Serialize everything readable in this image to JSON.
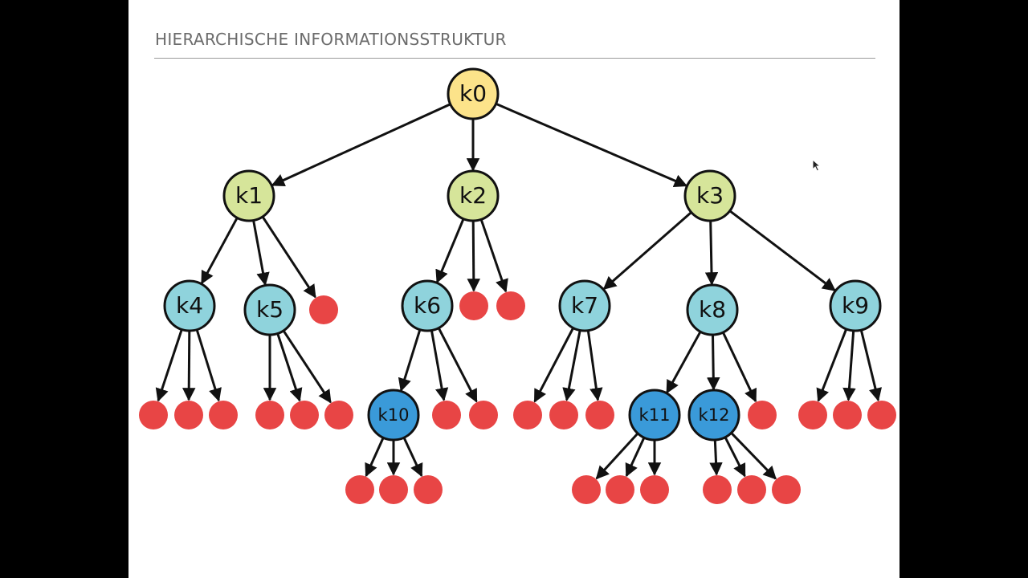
{
  "slide": {
    "title": "HIERARCHISCHE INFORMATIONSSTRUKTUR"
  },
  "colors": {
    "root": "#fce38a",
    "level1": "#d6e59a",
    "level2": "#8fd3dc",
    "level3": "#3a9ad9",
    "leaf": "#e84545",
    "stroke": "#111111"
  },
  "tree": {
    "nodes": [
      {
        "id": "k0",
        "label": "k0",
        "level": 0
      },
      {
        "id": "k1",
        "label": "k1",
        "level": 1,
        "parent": "k0"
      },
      {
        "id": "k2",
        "label": "k2",
        "level": 1,
        "parent": "k0"
      },
      {
        "id": "k3",
        "label": "k3",
        "level": 1,
        "parent": "k0"
      },
      {
        "id": "k4",
        "label": "k4",
        "level": 2,
        "parent": "k1"
      },
      {
        "id": "k5",
        "label": "k5",
        "level": 2,
        "parent": "k1"
      },
      {
        "id": "k6",
        "label": "k6",
        "level": 2,
        "parent": "k2"
      },
      {
        "id": "k7",
        "label": "k7",
        "level": 2,
        "parent": "k3"
      },
      {
        "id": "k8",
        "label": "k8",
        "level": 2,
        "parent": "k3"
      },
      {
        "id": "k9",
        "label": "k9",
        "level": 2,
        "parent": "k3"
      },
      {
        "id": "k10",
        "label": "k10",
        "level": 3,
        "parent": "k6"
      },
      {
        "id": "k11",
        "label": "k11",
        "level": 3,
        "parent": "k8"
      },
      {
        "id": "k12",
        "label": "k12",
        "level": 3,
        "parent": "k8"
      }
    ],
    "leaves": [
      {
        "parent": "k1"
      },
      {
        "parent": "k2"
      },
      {
        "parent": "k2"
      },
      {
        "parent": "k4"
      },
      {
        "parent": "k4"
      },
      {
        "parent": "k4"
      },
      {
        "parent": "k5"
      },
      {
        "parent": "k5"
      },
      {
        "parent": "k5"
      },
      {
        "parent": "k6"
      },
      {
        "parent": "k6"
      },
      {
        "parent": "k7"
      },
      {
        "parent": "k7"
      },
      {
        "parent": "k7"
      },
      {
        "parent": "k8"
      },
      {
        "parent": "k9"
      },
      {
        "parent": "k9"
      },
      {
        "parent": "k9"
      },
      {
        "parent": "k10"
      },
      {
        "parent": "k10"
      },
      {
        "parent": "k10"
      },
      {
        "parent": "k11"
      },
      {
        "parent": "k11"
      },
      {
        "parent": "k11"
      },
      {
        "parent": "k12"
      },
      {
        "parent": "k12"
      },
      {
        "parent": "k12"
      }
    ]
  },
  "cursor": {
    "icon": "mouse-pointer-icon"
  }
}
